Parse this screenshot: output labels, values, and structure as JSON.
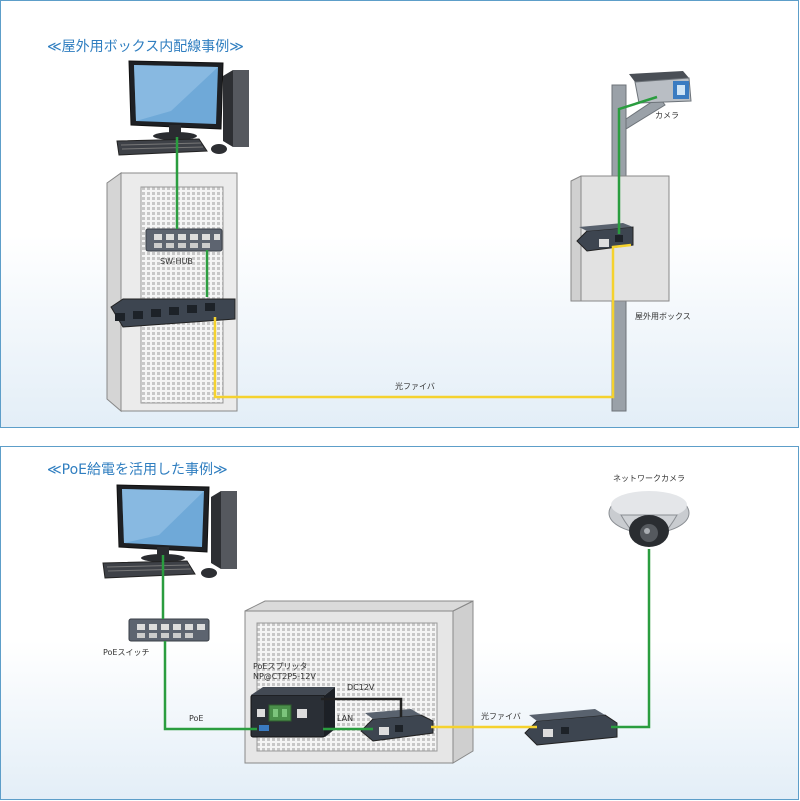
{
  "top": {
    "title": "≪屋外用ボックス内配線事例≫",
    "labels": {
      "camera": "カメラ",
      "switching_hub": "SW-HUB",
      "outdoor_box": "屋外用ボックス",
      "fiber": "光ファイバ"
    }
  },
  "bottom": {
    "title": "≪PoE給電を活用した事例≫",
    "labels": {
      "network_camera": "ネットワークカメラ",
      "poe_switch": "PoEスイッチ",
      "poe_splitter_line1": "PoEスプリッタ",
      "poe_splitter_line2": "NP@CT2P5-12V",
      "dc12v": "DC12V",
      "lan": "LAN",
      "poe": "PoE",
      "fiber": "光ファイバ"
    }
  },
  "colors": {
    "lan_cable": "#2a9d3f",
    "fiber_cable": "#f5d22e",
    "power_cable": "#222222",
    "title_blue": "#2f7ec0",
    "panel_border": "#5d9ec9"
  }
}
